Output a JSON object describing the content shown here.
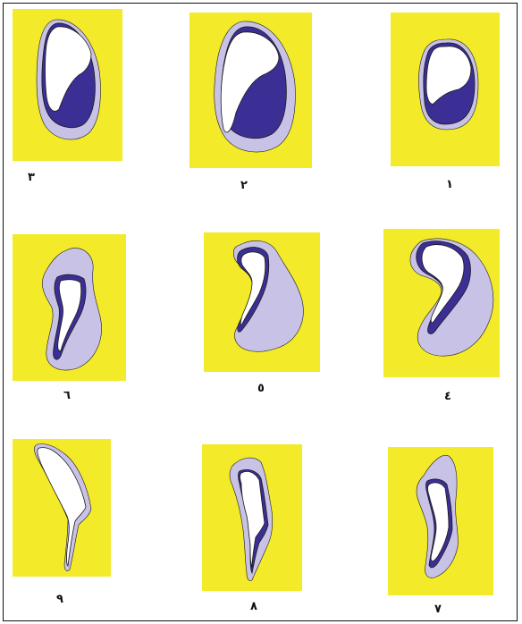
{
  "colors": {
    "background": "#f3ea2a",
    "outer_shape": "#c8c2e6",
    "fill_dark": "#3b2f96",
    "void": "#ffffff",
    "outline": "#1a1a1a"
  },
  "panels": [
    {
      "label": "٣",
      "icon": "ovoid-section-icon"
    },
    {
      "label": "٢",
      "icon": "ovoid-section-icon"
    },
    {
      "label": "١",
      "icon": "ovoid-section-icon"
    },
    {
      "label": "٦",
      "icon": "curved-section-icon"
    },
    {
      "label": "٥",
      "icon": "curved-section-icon"
    },
    {
      "label": "٤",
      "icon": "curved-section-icon"
    },
    {
      "label": "٩",
      "icon": "narrow-section-icon"
    },
    {
      "label": "٨",
      "icon": "narrow-section-icon"
    },
    {
      "label": "٧",
      "icon": "narrow-section-icon"
    }
  ]
}
